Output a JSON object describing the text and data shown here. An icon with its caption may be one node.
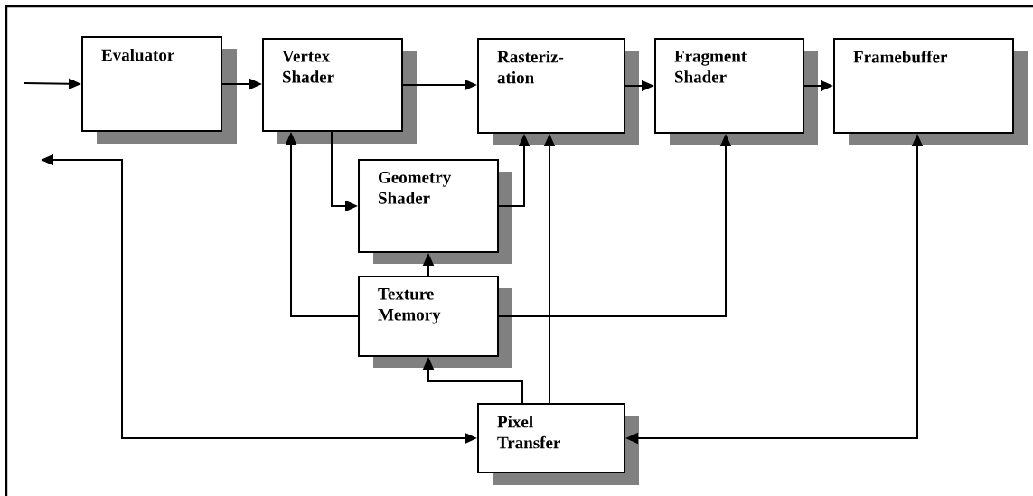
{
  "diagram": {
    "nodes": [
      {
        "text": [
          "Evaluator"
        ]
      },
      {
        "text": [
          "Vertex Shader"
        ]
      },
      {
        "text": [
          "Rasteriz- ation"
        ]
      },
      {
        "text": [
          "Fragment Shader"
        ]
      },
      {
        "text": [
          "Framebuffer"
        ]
      },
      {
        "text": [
          "Geometry Shader"
        ]
      },
      {
        "text": [
          "Texture Memory"
        ]
      },
      {
        "text": [
          "Pixel Transfer"
        ]
      }
    ],
    "edges": [
      {
        "from": null,
        "to": 0,
        "arrow": "to"
      },
      {
        "from": 0,
        "to": 1,
        "arrow": "to"
      },
      {
        "from": 1,
        "to": 2,
        "arrow": "to"
      },
      {
        "from": 2,
        "to": 3,
        "arrow": "to"
      },
      {
        "from": 3,
        "to": 4,
        "arrow": "to"
      },
      {
        "from": 1,
        "to": 5,
        "arrow": "to"
      },
      {
        "from": 5,
        "to": 2,
        "arrow": "to"
      },
      {
        "from": 6,
        "to": 5,
        "arrow": "to"
      },
      {
        "from": 6,
        "to": 1,
        "arrow": "to"
      },
      {
        "from": 6,
        "to": 3,
        "arrow": "to"
      },
      {
        "from": 7,
        "to": 6,
        "arrow": "to"
      },
      {
        "from": 7,
        "to": 2,
        "arrow": "to"
      },
      {
        "from": 7,
        "to": null,
        "arrow": "both"
      },
      {
        "from": 4,
        "to": 7,
        "arrow": "both"
      }
    ]
  }
}
